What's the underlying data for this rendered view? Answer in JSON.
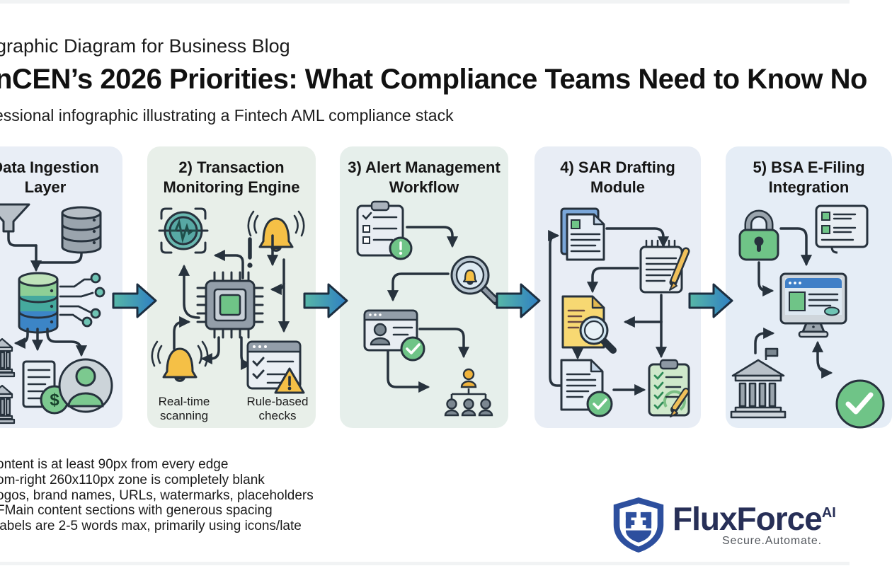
{
  "header": {
    "kicker": "graphic Diagram for Business Blog",
    "title": "nCEN’s 2026 Priorities: What Compliance Teams Need to Know No",
    "subtitle": "essional infographic illustrating a Fintech AML compliance stack"
  },
  "panels": [
    {
      "title": "Data Ingestion Layer",
      "icons": [
        "funnel-icon",
        "database-gray-icon",
        "database-colored-icon",
        "network-branch-icon",
        "bank-icon",
        "bank-icon",
        "document-dollar-icon",
        "user-avatar-icon"
      ]
    },
    {
      "title": "2) Transaction Monitoring Engine",
      "icons": [
        "radar-scan-icon",
        "exclamation-icon",
        "bell-icon",
        "cpu-chip-icon",
        "bell-icon",
        "rule-checklist-warning-icon"
      ],
      "labels": [
        "Real-time scanning",
        "Rule-based checks"
      ]
    },
    {
      "title": "3) Alert Management Workflow",
      "icons": [
        "clipboard-alert-icon",
        "magnifier-bell-icon",
        "profile-card-check-icon",
        "org-chart-icon"
      ]
    },
    {
      "title": "4) SAR Drafting Module",
      "icons": [
        "document-stack-icon",
        "notepad-pencil-icon",
        "document-magnifier-icon",
        "document-check-icon",
        "clipboard-pencil-icon"
      ]
    },
    {
      "title": "5) BSA E-Filing Integration",
      "icons": [
        "padlock-icon",
        "server-icon",
        "desktop-browser-icon",
        "bank-building-icon",
        "check-circle-icon"
      ]
    }
  ],
  "notes": {
    "lines": [
      "ontent is at least 90px from every edge",
      "om-right 260x110px zone is completely blank",
      "ogos, brand names, URLs, watermarks, placeholders",
      "FMain content sections with generous spacing",
      "labels are 2-5 words max, primarily using icons/late"
    ]
  },
  "logo": {
    "brand": "FluxForce",
    "suffix": "AI",
    "tagline": "Secure.Automate."
  },
  "colors": {
    "arrow_teal": "#57b7a7",
    "arrow_blue": "#2f7fc3",
    "outline": "#27323d",
    "panel1_bg": "#e9eef6",
    "panel2_bg": "#e8efe9",
    "panel3_bg": "#e6efeb",
    "panel4_bg": "#e8edf5",
    "panel5_bg": "#e5edf6",
    "accent_green": "#6fc487",
    "accent_yellow": "#f5c046",
    "logo_navy": "#2d4f9e"
  }
}
